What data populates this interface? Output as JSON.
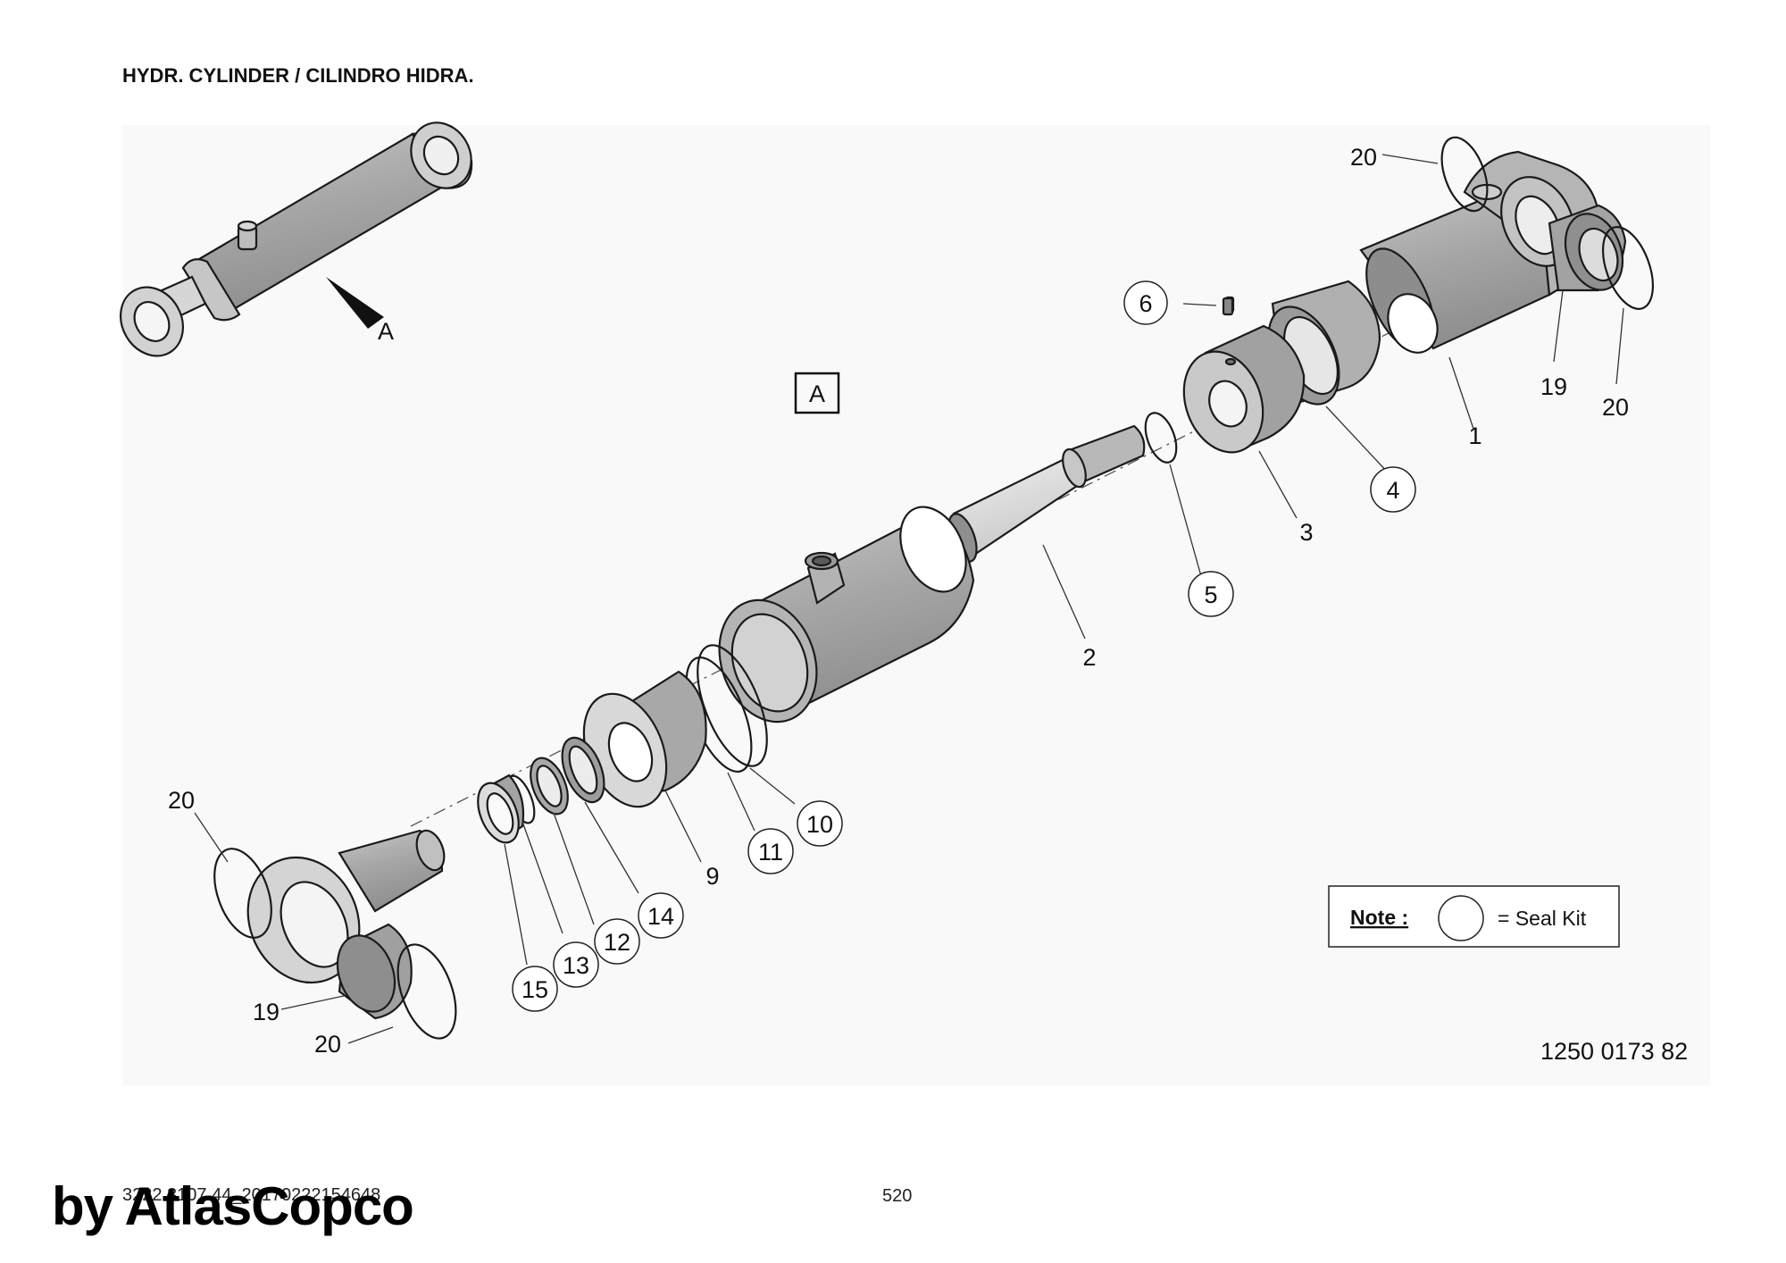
{
  "header": {
    "title": "HYDR. CYLINDER / CILINDRO HIDRA."
  },
  "view": {
    "arrow_label": "A",
    "view_label": "A"
  },
  "callouts": {
    "c1": "1",
    "c2": "2",
    "c3": "3",
    "c4": "4",
    "c5": "5",
    "c6": "6",
    "c9": "9",
    "c10": "10",
    "c11": "11",
    "c12": "12",
    "c13": "13",
    "c14": "14",
    "c15": "15",
    "c19a": "19",
    "c19b": "19",
    "c20a": "20",
    "c20b": "20",
    "c20c": "20",
    "c20d": "20"
  },
  "note": {
    "label": "Note :",
    "text": "= Seal Kit"
  },
  "drawing_number": "1250 0173 82",
  "footer": {
    "doc_id": "3222 3107 44_20170222154648",
    "page_number": "520"
  },
  "watermark": "by AtlasCopco",
  "colors": {
    "part_fill": "#a9a9a9",
    "part_light": "#dcdcdc",
    "outline": "#1a1a1a",
    "panel": "#f9f9f9"
  }
}
